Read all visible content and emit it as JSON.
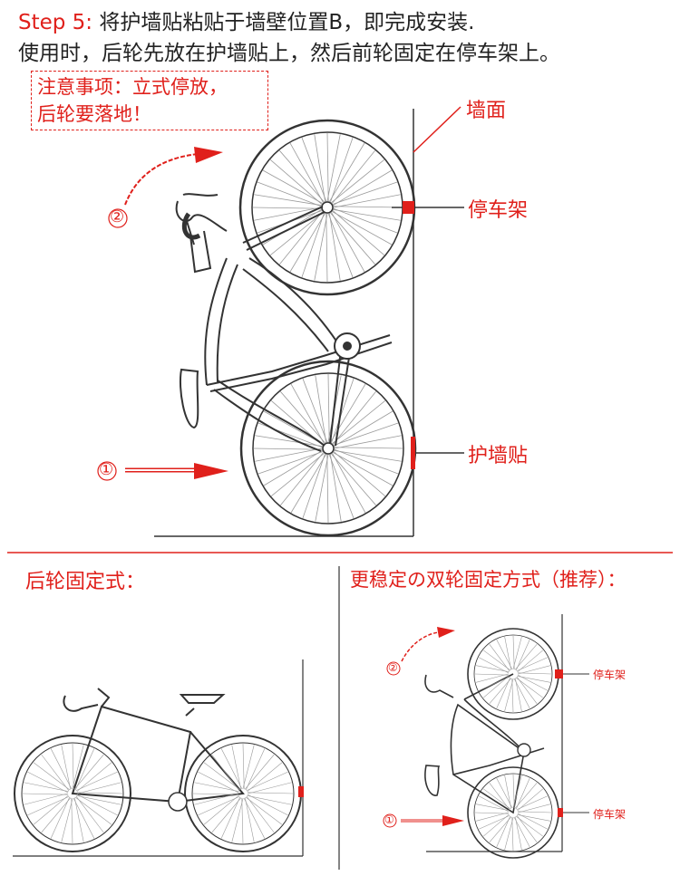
{
  "header": {
    "step_label": "Step 5:",
    "step_text": " 将护墙贴粘贴于墙壁位置B，即完成安装.",
    "usage_text": "使用时，后轮先放在护墙贴上，然后前轮固定在停车架上。"
  },
  "notice": {
    "line1": "注意事项：立式停放，",
    "line2": "后轮要落地！"
  },
  "main_diagram": {
    "wall_label": "墙面",
    "rack_label": "停车架",
    "guard_label": "护墙贴",
    "step_one": "①",
    "step_two": "②"
  },
  "left_section": {
    "title": "后轮固定式："
  },
  "right_section": {
    "title": "更稳定の双轮固定方式（推荐）：",
    "rack_label_top": "停车架",
    "rack_label_bottom": "停车架",
    "step_one": "①",
    "step_two": "②"
  },
  "colors": {
    "accent": "#e0201b",
    "line": "#333333",
    "spoke": "#9a9a9a"
  }
}
